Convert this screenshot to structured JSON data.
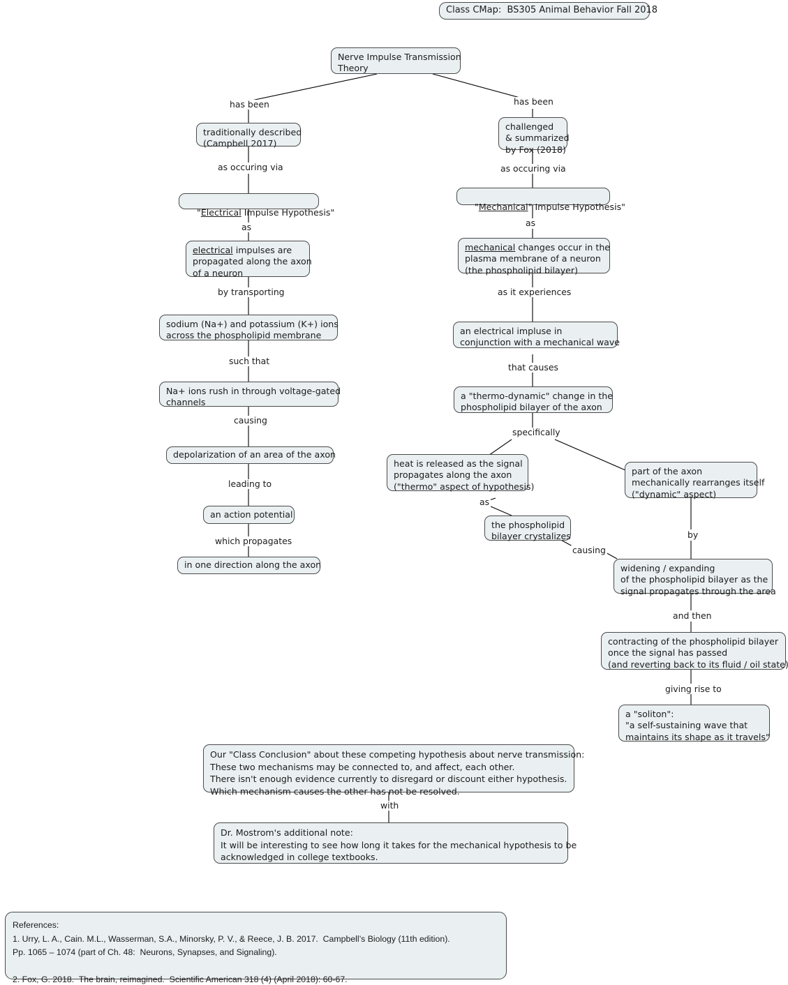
{
  "map": {
    "title": "Class CMap:  BS305 Animal Behavior Fall 2018",
    "root": "Nerve Impulse Transmission\nTheory"
  },
  "nodes": {
    "traditionally_described": "traditionally described\n(Campbell 2017)",
    "electrical_hypothesis_pre": "\"",
    "electrical_hypothesis_em": "Electrical",
    "electrical_hypothesis_post": " Impulse Hypothesis\"",
    "electrical_impulses_em": "electrical",
    "electrical_impulses_post": " impulses are\npropagated along the axon\nof a neuron",
    "sodium_potassium": "sodium (Na+) and potassium (K+) ions\nacross the phospholipid membrane",
    "na_rush": "Na+ ions rush in through voltage-gated\nchannels",
    "depolarization": "depolarization of an area of the axon",
    "action_potential": "an action potential",
    "one_direction": "in one direction along the axon",
    "challenged": "challenged\n& summarized\nby Fox (2018)",
    "mechanical_hypothesis_pre": "\"",
    "mechanical_hypothesis_em": "Mechanical",
    "mechanical_hypothesis_post": "\" Impulse Hypothesis\"",
    "mechanical_changes_em": "mechanical",
    "mechanical_changes_post": " changes occur in the\nplasma membrane of a neuron\n(the phospholipid bilayer)",
    "electrical_impulse_conj": "an electrical impluse in\nconjunction with a mechanical wave",
    "thermo_dynamic_change": "a \"thermo-dynamic\" change in the\nphospholipid bilayer of the axon",
    "heat_released": "heat is released as the signal\npropagates along the axon\n(\"thermo\" aspect of hypothesis)",
    "bilayer_crystalizes": "the phospholipid\nbilayer crystalizes",
    "axon_rearranges": "part of the axon\nmechanically rearranges itself\n(\"dynamic\" aspect)",
    "widening": "widening / expanding\nof the phospholipid bilayer as the\nsignal propagates through the area",
    "contracting": "contracting of the phospholipid bilayer\nonce the signal has passed\n(and reverting back to its fluid / oil state)",
    "soliton": "a \"soliton\":\n\"a self-sustaining wave that\nmaintains its shape as it travels\"",
    "conclusion": "Our \"Class Conclusion\" about these competing hypothesis about nerve transmission:\nThese two mechanisms may be connected to, and affect, each other.\nThere isn't enough evidence currently to disregard or discount either hypothesis.\nWhich mechanism causes the other has not be resolved.",
    "mostrom_note": "Dr. Mostrom's additional note:\nIt will be interesting to see how long it takes for the mechanical hypothesis to be\nacknowledged in college textbooks.",
    "references": "References:\n1. Urry, L. A., Cain. M.L., Wasserman, S.A., Minorsky, P. V., & Reece, J. B. 2017.  Campbell’s Biology (11th edition).\nPp. 1065 – 1074 (part of Ch. 48:  Neurons, Synapses, and Signaling).\n\n2. Fox, G. 2018.  The brain, reimagined.  Scientific American 318 (4) (April 2018): 60-67."
  },
  "link_labels": {
    "has_been_left": "has been",
    "has_been_right": "has been",
    "as_occuring_via_left": "as occuring via",
    "as_occuring_via_right": "as occuring via",
    "as_left": "as",
    "as_right": "as",
    "by_transporting": "by transporting",
    "such_that": "such that",
    "causing_left": "causing",
    "leading_to": "leading to",
    "which_propagates": "which propagates",
    "as_it_experiences": "as it experiences",
    "that_causes": "that causes",
    "specifically": "specifically",
    "as_crystalizes": "as",
    "causing_widening": "causing",
    "by_widening": "by",
    "and_then": "and then",
    "giving_rise_to": "giving rise to",
    "with": "with"
  },
  "colors": {
    "node_fill": "#eaf0f2",
    "node_border": "#4a4a4a",
    "text": "#1b1b1b",
    "edge": "#000000",
    "background": "#ffffff"
  }
}
